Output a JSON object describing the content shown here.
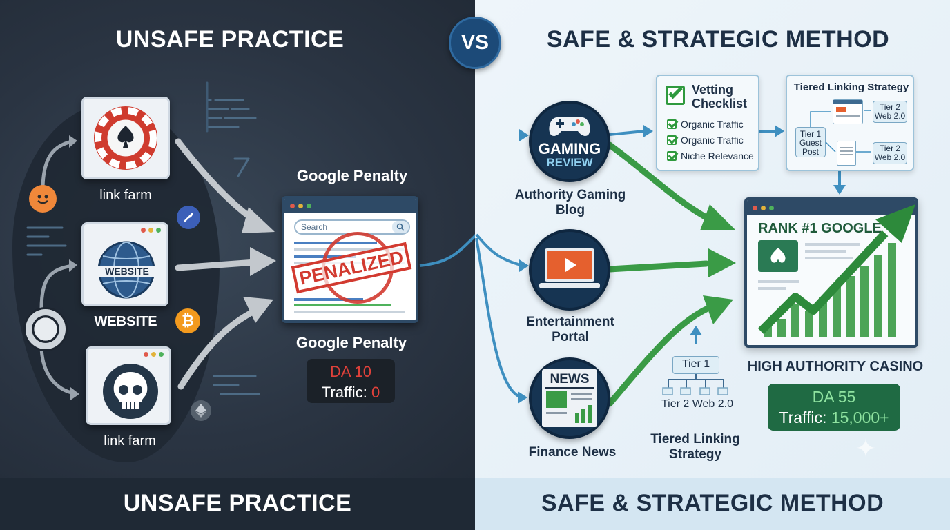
{
  "left": {
    "header": "UNSAFE PRACTICE",
    "footer": "UNSAFE PRACTICE",
    "sources": [
      {
        "label": "link farm",
        "icon": "poker-chip-spade-icon"
      },
      {
        "label": "WEBSITE",
        "icon": "globe-icon",
        "badge": "WEBSITE"
      },
      {
        "label": "link farm",
        "icon": "skull-icon"
      }
    ],
    "penalty_title_top": "Google Penalty",
    "penalty_title_bottom": "Google Penalty",
    "search_placeholder": "Search",
    "stamp": "PENALIZED",
    "stats": {
      "da": "DA 10",
      "traffic_label": "Traffic:",
      "traffic_value": "0"
    }
  },
  "vs": "VS",
  "right": {
    "header": "SAFE & STRATEGIC METHOD",
    "footer": "SAFE & STRATEGIC METHOD",
    "sources": [
      {
        "label": "Authority Gaming Blog",
        "icon": "gamepad-icon",
        "badge_top": "GAMING",
        "badge_bottom": "REVIEW"
      },
      {
        "label": "Entertainment Portal",
        "icon": "laptop-play-icon"
      },
      {
        "label": "Finance News",
        "icon": "newspaper-icon",
        "badge": "NEWS"
      }
    ],
    "vetting": {
      "title": "Vetting Checklist",
      "items": [
        "Organic Traffic",
        "Organic Traffic",
        "Niche Relevance"
      ]
    },
    "tiered_panel": {
      "title": "Tiered Linking Strategy",
      "tier1": "Tier 1 Guest Post",
      "tier2a": "Tier 2 Web 2.0",
      "tier2b": "Tier 2 Web 2.0"
    },
    "tier_tree": {
      "tier1": "Tier 1",
      "tier2": "Tier 2 Web 2.0",
      "caption": "Tiered Linking Strategy"
    },
    "rank_title": "RANK #1 GOOGLE",
    "result_label": "HIGH AUTHORITY CASINO",
    "stats": {
      "da": "DA 55",
      "traffic_label": "Traffic:",
      "traffic_value": "15,000+"
    }
  },
  "colors": {
    "danger": "#e0413a",
    "success": "#2f9a3e",
    "navy": "#1d2f45",
    "accent_blue": "#3e8fc0"
  }
}
